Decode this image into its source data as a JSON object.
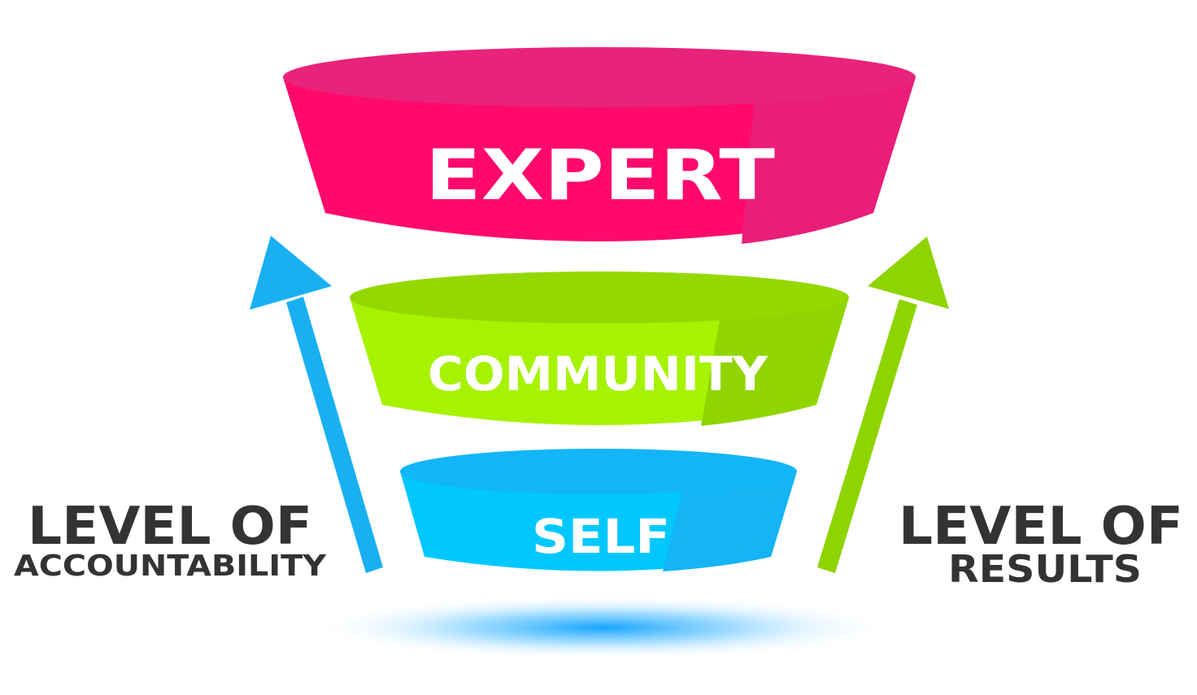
{
  "tiers": [
    {
      "label": "EXPERT",
      "color": "#FF0A6C",
      "shade": "#E91E78",
      "rim": "#E8237A"
    },
    {
      "label": "COMMUNITY",
      "color": "#A6F200",
      "shade": "#90D500",
      "rim": "#94D800"
    },
    {
      "label": "SELF",
      "color": "#00C8FF",
      "shade": "#14B4F5",
      "rim": "#12B5F7"
    }
  ],
  "left_label": {
    "line1": "LEVEL OF",
    "line2": "ACCOUNTABILITY",
    "arrow_color": "#19B0F2"
  },
  "right_label": {
    "line1": "LEVEL OF",
    "line2": "RESULTS",
    "arrow_color": "#8ED400"
  },
  "text_color": "#333333",
  "shadow_color": "#0AA0FF"
}
